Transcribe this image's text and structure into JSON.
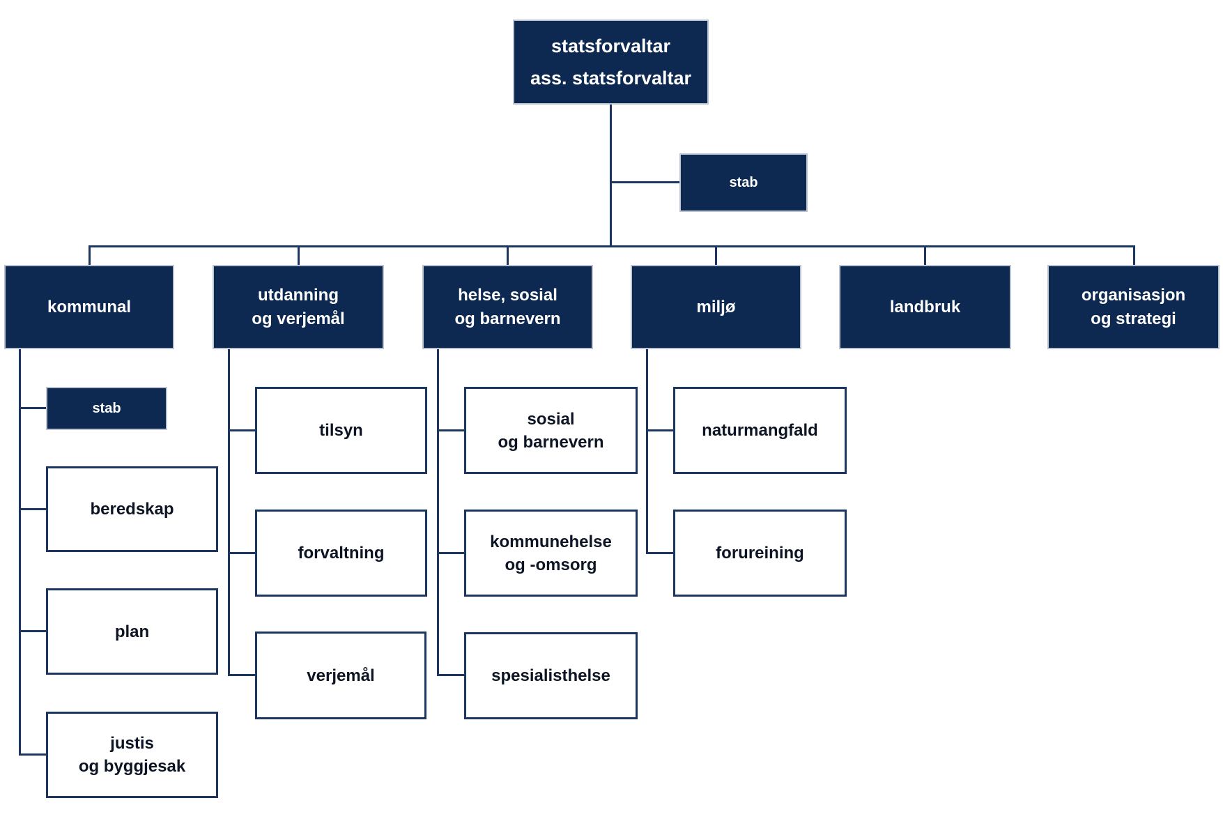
{
  "diagram_type": "org-chart",
  "colors": {
    "box_fill_navy": "#0d2951",
    "connector_line": "#1b3660",
    "light_box_border": "#1b3660",
    "light_box_text": "#0d1524",
    "dark_box_text": "#ffffff",
    "background": "#ffffff"
  },
  "root": {
    "label": "statsforvaltar\nass. statsforvaltar",
    "stab": {
      "label": "stab"
    }
  },
  "departments": [
    {
      "id": "kommunal",
      "label": "kommunal",
      "children": [
        {
          "label": "stab",
          "style": "filled"
        },
        {
          "label": "beredskap",
          "style": "outline"
        },
        {
          "label": "plan",
          "style": "outline"
        },
        {
          "label": "justis\nog byggjesak",
          "style": "outline"
        }
      ]
    },
    {
      "id": "utdanning",
      "label": "utdanning\nog verjemål",
      "children": [
        {
          "label": "tilsyn",
          "style": "outline"
        },
        {
          "label": "forvaltning",
          "style": "outline"
        },
        {
          "label": "verjemål",
          "style": "outline"
        }
      ]
    },
    {
      "id": "helse",
      "label": "helse, sosial\nog barnevern",
      "children": [
        {
          "label": "sosial\nog barnevern",
          "style": "outline"
        },
        {
          "label": "kommunehelse\nog -omsorg",
          "style": "outline"
        },
        {
          "label": "spesialisthelse",
          "style": "outline"
        }
      ]
    },
    {
      "id": "miljo",
      "label": "miljø",
      "children": [
        {
          "label": "naturmangfald",
          "style": "outline"
        },
        {
          "label": "forureining",
          "style": "outline"
        }
      ]
    },
    {
      "id": "landbruk",
      "label": "landbruk",
      "children": []
    },
    {
      "id": "organisasjon",
      "label": "organisasjon\nog strategi",
      "children": []
    }
  ]
}
